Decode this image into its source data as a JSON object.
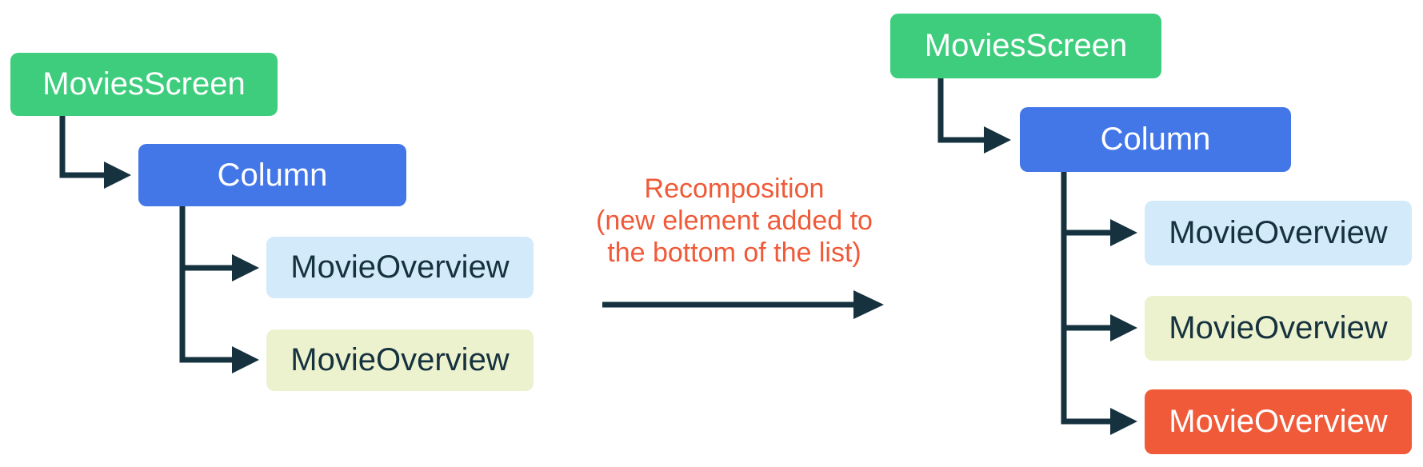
{
  "colors": {
    "green": "#3ecd7d",
    "blue": "#4377e8",
    "light_blue": "#d3eafa",
    "light_yellow": "#edf2ce",
    "orange": "#f05a38",
    "connector": "#16323f",
    "dark_text": "#16323f",
    "light_text": "#ffffff",
    "annotation": "#f05a38"
  },
  "left_tree": {
    "nodes": [
      {
        "label": "MoviesScreen",
        "variant": "green"
      },
      {
        "label": "Column",
        "variant": "blue"
      },
      {
        "label": "MovieOverview",
        "variant": "light_blue"
      },
      {
        "label": "MovieOverview",
        "variant": "light_yellow"
      }
    ]
  },
  "annotation": {
    "lines": [
      "Recomposition",
      "(new element added to",
      "the bottom of the list)"
    ]
  },
  "right_tree": {
    "nodes": [
      {
        "label": "MoviesScreen",
        "variant": "green"
      },
      {
        "label": "Column",
        "variant": "blue"
      },
      {
        "label": "MovieOverview",
        "variant": "light_blue"
      },
      {
        "label": "MovieOverview",
        "variant": "light_yellow"
      },
      {
        "label": "MovieOverview",
        "variant": "orange"
      }
    ]
  }
}
